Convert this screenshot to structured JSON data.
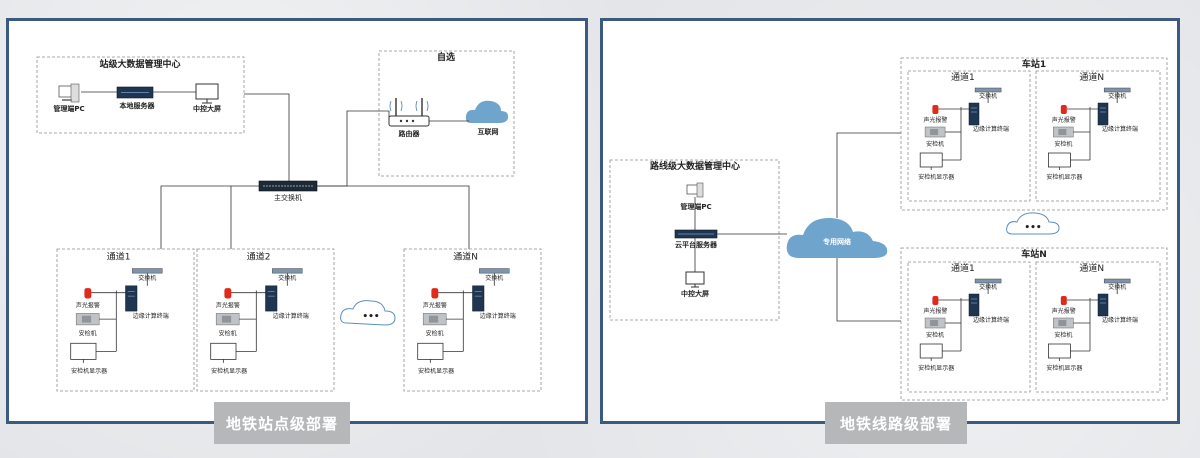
{
  "left": {
    "caption": "地铁站点级部署",
    "center_title": "站级大数据管理中心",
    "mgmt_pc": "管理端PC",
    "local_server": "本地服务器",
    "big_screen": "中控大屏",
    "optional_title": "自选",
    "router": "路由器",
    "internet": "互联网",
    "main_switch": "主交换机",
    "channels": [
      "通道1",
      "通道2",
      "通道N"
    ],
    "switch": "交换机",
    "alarm": "声光报警",
    "terminal": "边缘计算终端",
    "scanner": "安检机",
    "monitor": "安检机显示器",
    "ellipsis": "•••"
  },
  "right": {
    "caption": "地铁线路级部署",
    "center_title": "路线级大数据管理中心",
    "mgmt_pc": "管理端PC",
    "cloud_server": "云平台服务器",
    "big_screen": "中控大屏",
    "private_net": "专用网络",
    "station1": "车站1",
    "stationN": "车站N",
    "channels": [
      "通道1",
      "通道N"
    ],
    "switch": "交换机",
    "alarm": "声光报警",
    "terminal": "边缘计算终端",
    "scanner": "安检机",
    "monitor": "安检机显示器",
    "ellipsis": "•••"
  }
}
